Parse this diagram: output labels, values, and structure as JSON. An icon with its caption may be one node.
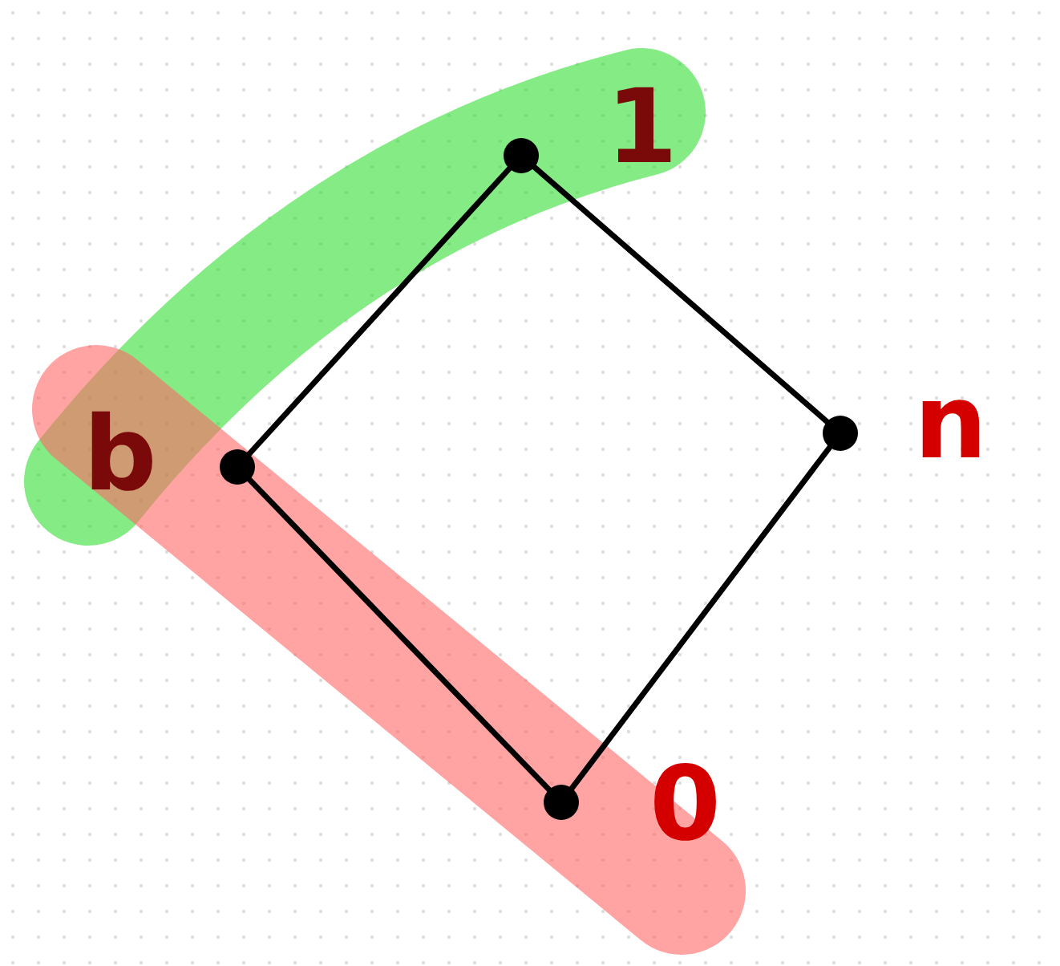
{
  "diagram": {
    "nodes": [
      {
        "text": [],
        "shape": "circle",
        "beside": [
          "1"
        ]
      },
      {
        "text": [],
        "shape": "circle",
        "beside": [
          "n"
        ]
      },
      {
        "text": [],
        "shape": "circle",
        "beside": [
          "b"
        ]
      },
      {
        "text": [],
        "shape": "circle",
        "beside": [
          "0"
        ]
      }
    ],
    "edges": [
      {
        "from": 0,
        "to": 2,
        "arrow": "none"
      },
      {
        "from": 0,
        "to": 1,
        "arrow": "none"
      },
      {
        "from": 2,
        "to": 3,
        "arrow": "none"
      },
      {
        "from": 1,
        "to": 3,
        "arrow": "none"
      }
    ]
  }
}
